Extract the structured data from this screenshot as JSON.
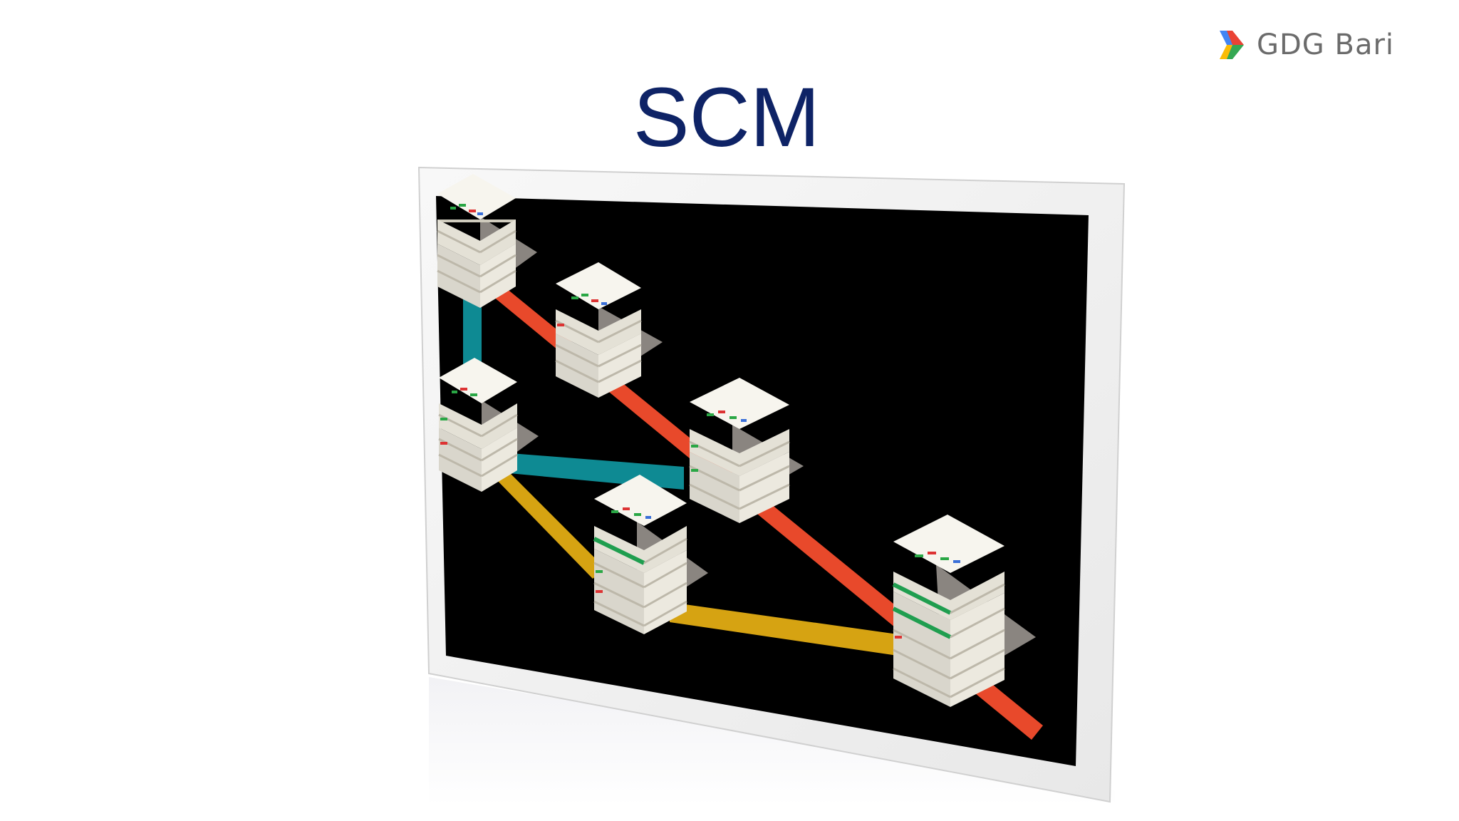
{
  "slide": {
    "title": "SCM",
    "brand": {
      "text": "GDG Bari",
      "icon": "gdg-chevron-logo"
    },
    "image": {
      "description_icon": "git-branch-diagram",
      "colors": {
        "background": "#000000",
        "frame": "#f2f2f2",
        "branch_red": "#e8492b",
        "branch_teal": "#0e8a93",
        "branch_yellow": "#d6a312"
      }
    },
    "colors": {
      "title": "#0e2366",
      "brand_text": "#6b6b6b"
    }
  }
}
